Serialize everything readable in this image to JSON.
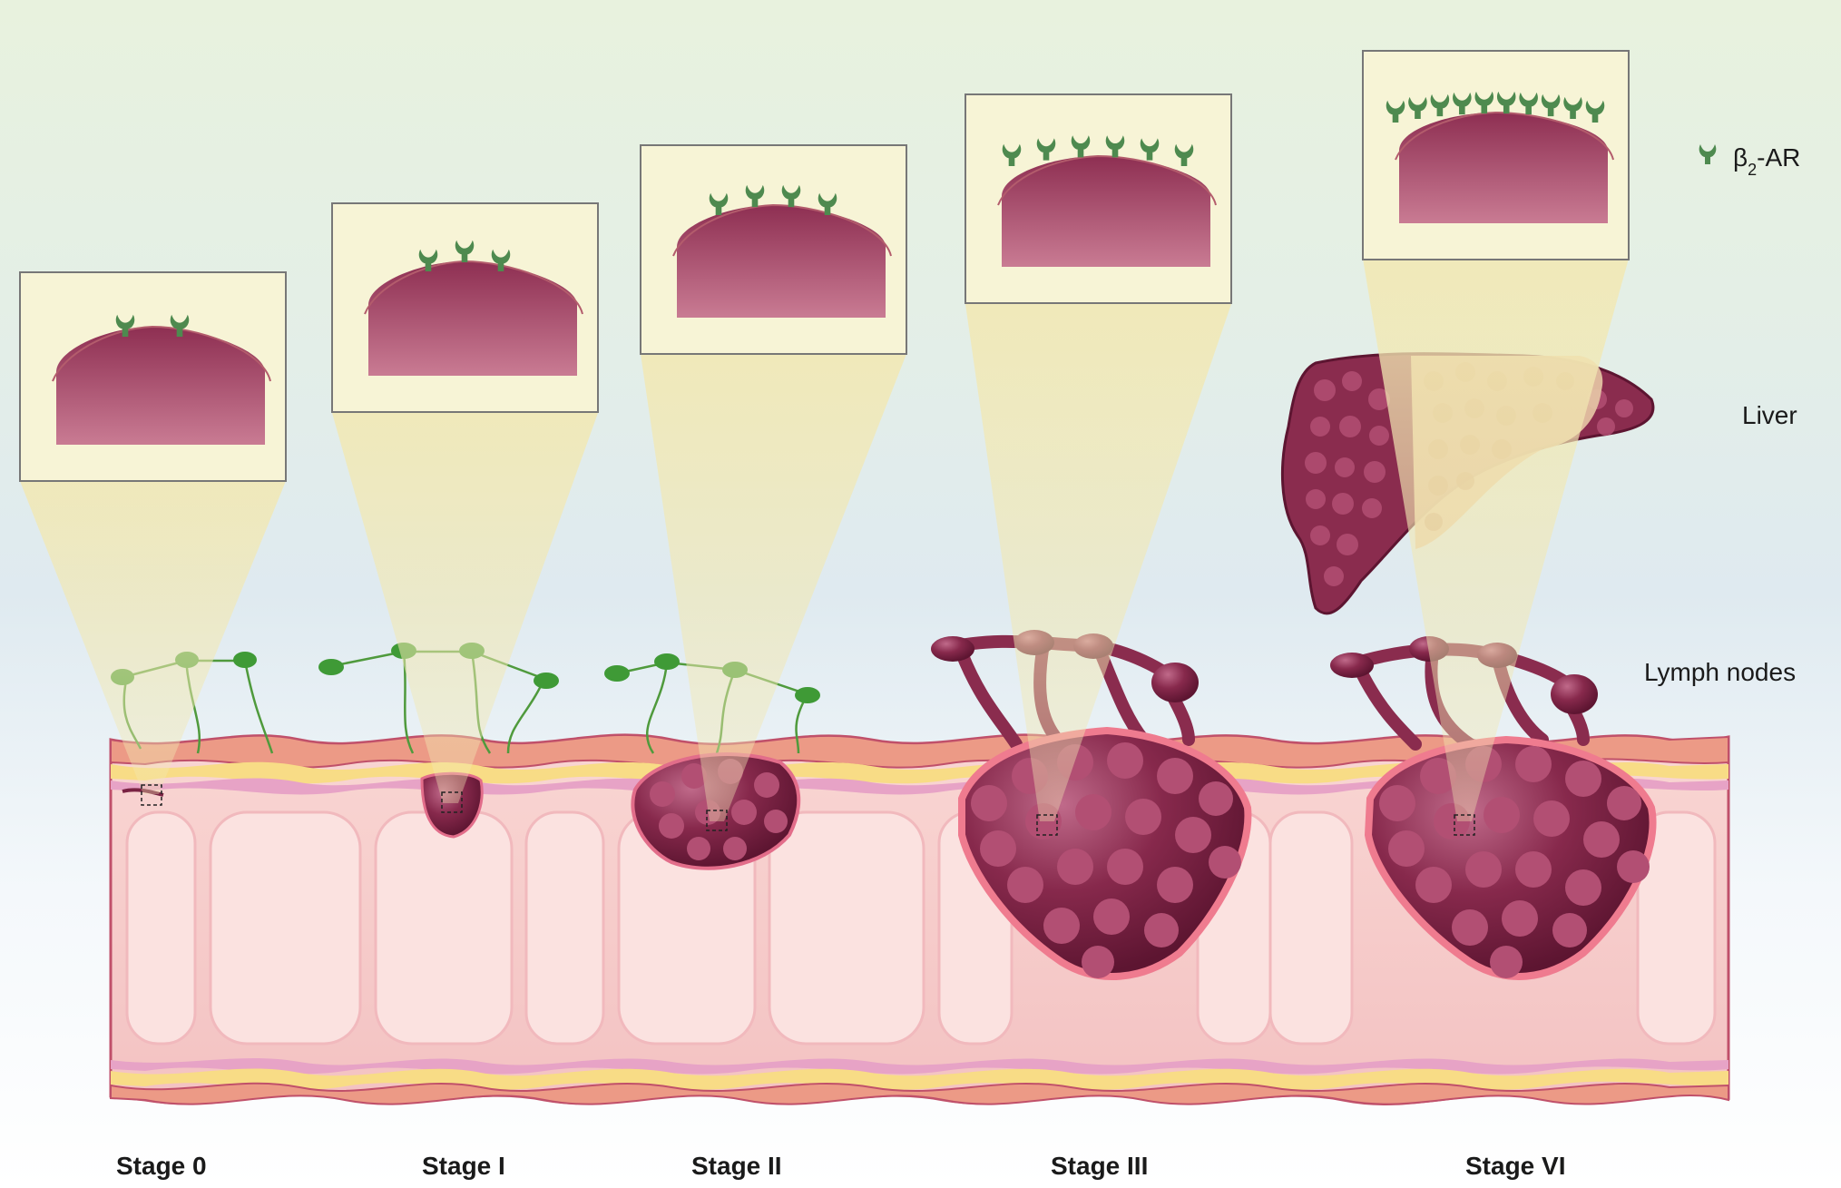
{
  "legend": {
    "receptor_symbol": "β",
    "receptor_subscript": "2",
    "receptor_suffix": "-AR",
    "receptor_color": "#4e8a4f"
  },
  "side_labels": {
    "liver": "Liver",
    "lymph_nodes": "Lymph nodes"
  },
  "stages": [
    {
      "label": "Stage 0",
      "receptors": 2
    },
    {
      "label": "Stage I",
      "receptors": 3
    },
    {
      "label": "Stage II",
      "receptors": 4
    },
    {
      "label": "Stage III",
      "receptors": 6
    },
    {
      "label": "Stage VI",
      "receptors": 10
    }
  ],
  "colors": {
    "cell": "#9a3a5c",
    "tumor": "#7a2343",
    "colon_tissue": "#f6cccc",
    "panel_bg": "#f7f4d6",
    "beam": "#f3eab4"
  }
}
